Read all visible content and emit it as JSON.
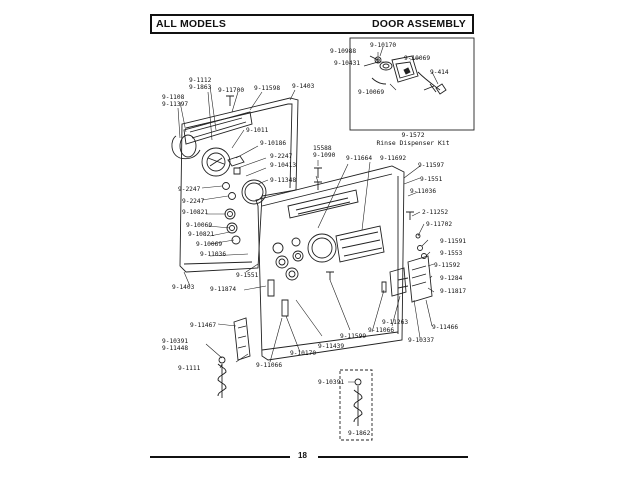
{
  "header": {
    "left": "ALL MODELS",
    "right": "DOOR ASSEMBLY"
  },
  "inset_caption": {
    "part": "9-1572",
    "name": "Rinse Dispenser Kit"
  },
  "page_number": "18",
  "labels": {
    "p10988": "9-10988",
    "p10170a": "9-10170",
    "p10431": "9-10431",
    "p10069a": "9-10069",
    "p414": "9-414",
    "p10069b": "9-10069",
    "p1112": "9-1112",
    "p1863": "9-1863",
    "p11700": "9-11700",
    "p11598": "9-11598",
    "p1403a": "9-1403",
    "p1108": "9-1108",
    "p11397": "9-11397",
    "p1011": "9-1011",
    "p10186": "9-10186",
    "p2247a": "9-2247",
    "p10413": "9-10413",
    "p11348": "9-11348",
    "p2247b": "9-2247",
    "p2247c": "9-2247",
    "p10821a": "9-10821",
    "p10069c": "9-10069",
    "p10821b": "9-10821",
    "p10069d": "9-10069",
    "p11036a": "9-11036",
    "p1551a": "9-1551",
    "p1403b": "9-1403",
    "p11874": "9-11874",
    "p15588": "15588",
    "p1090": "9-1090",
    "p11664": "9-11664",
    "p11692": "9-11692",
    "p11597": "9-11597",
    "p1551b": "9-1551",
    "p11036b": "9-11036",
    "p11252": "2-11252",
    "p11702": "9-11702",
    "p11591": "9-11591",
    "p1553": "9-1553",
    "p1284": "9-1284",
    "p11592": "9-11592",
    "p11817": "9-11817",
    "p11263": "9-11263",
    "p11466": "9-11466",
    "p11066a": "9-11066",
    "p10337": "9-10337",
    "p11599": "9-11599",
    "p11467": "9-11467",
    "p11439": "9-11439",
    "p10170b": "9-10170",
    "p10391a": "9-10391",
    "p11448": "9-11448",
    "p1111": "9-1111",
    "p11066b": "9-11066",
    "p10391b": "9-10391",
    "p1862": "9-1862"
  }
}
